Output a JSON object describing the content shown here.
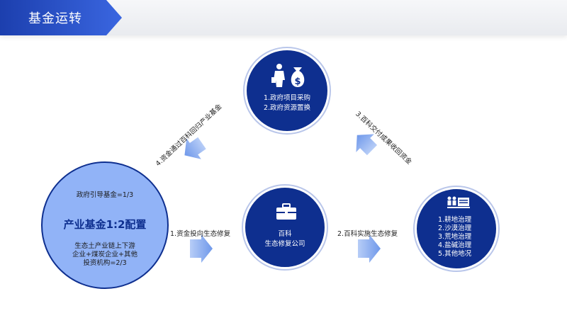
{
  "header": {
    "title": "基金运转"
  },
  "nodes": {
    "government": {
      "lines": [
        "1.政府项目采购",
        "2.政府资源置换"
      ],
      "icons": [
        "businessman-icon",
        "money-bag-icon"
      ]
    },
    "fund": {
      "top": "政府引导基金=1/3",
      "title": "产业基金1:2配置",
      "bottom": [
        "生态土产业链上下游",
        "企业+煤炭企业+其他",
        "投资机构=2/3"
      ]
    },
    "company": {
      "lines": [
        "百科",
        "生态修复公司"
      ],
      "icons": [
        "briefcase-icon"
      ]
    },
    "governance": {
      "lines": [
        "1.耕地治理",
        "2.沙漠治理",
        "3.荒地治理",
        "4.盐碱治理",
        "5.其他地况"
      ],
      "icons": [
        "farmland-icon"
      ]
    }
  },
  "flows": {
    "f1": "1.资金投向生态修复",
    "f2": "2.百科实施生态修复",
    "f3": "3.百科交付成果收回资金",
    "f4": "4.资金通过百科回归产业基金"
  },
  "colors": {
    "accent": "#0e2f8f",
    "light": "#91b3f7",
    "arrow": "#7fa4ee"
  }
}
